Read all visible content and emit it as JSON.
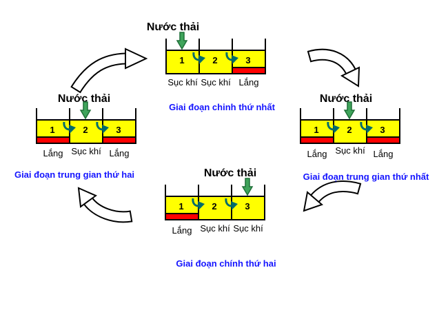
{
  "colors": {
    "liquid": "#ffff00",
    "sludge": "#ff0000",
    "inflow": "#3fa45b",
    "transfer": "#006b6b",
    "caption": "#1414ff"
  },
  "tanks": [
    {
      "id": "main-phase-1",
      "inflow_label": "Nước thải",
      "caption": "Giai đoạn chinh thứ nhất",
      "inflow_compartment": "1",
      "compartments": [
        {
          "num": "1",
          "label": "Sục khí",
          "settled": false
        },
        {
          "num": "2",
          "label": "Sục khí",
          "settled": false
        },
        {
          "num": "3",
          "label": "Lắng",
          "settled": true
        }
      ]
    },
    {
      "id": "intermediate-phase-1",
      "inflow_label": "Nước thải",
      "caption": "Giai đoạn trung gian thứ nhất",
      "inflow_compartment": "2",
      "compartments": [
        {
          "num": "1",
          "label": "Lắng",
          "settled": true
        },
        {
          "num": "2",
          "label": "Sục khí",
          "settled": false
        },
        {
          "num": "3",
          "label": "Lắng",
          "settled": true
        }
      ]
    },
    {
      "id": "main-phase-2",
      "inflow_label": "Nước thải",
      "caption": "Giai đoạn chính thứ hai",
      "inflow_compartment": "3",
      "compartments": [
        {
          "num": "1",
          "label": "Lắng",
          "settled": true
        },
        {
          "num": "2",
          "label": "Sục khí",
          "settled": false
        },
        {
          "num": "3",
          "label": "Sục khí",
          "settled": false
        }
      ]
    },
    {
      "id": "intermediate-phase-2",
      "inflow_label": "Nước thải",
      "caption": "Giai đoạn trung gian thứ hai",
      "inflow_compartment": "2",
      "compartments": [
        {
          "num": "1",
          "label": "Lắng",
          "settled": true
        },
        {
          "num": "2",
          "label": "Sục khí",
          "settled": false
        },
        {
          "num": "3",
          "label": "Lắng",
          "settled": true
        }
      ]
    }
  ]
}
